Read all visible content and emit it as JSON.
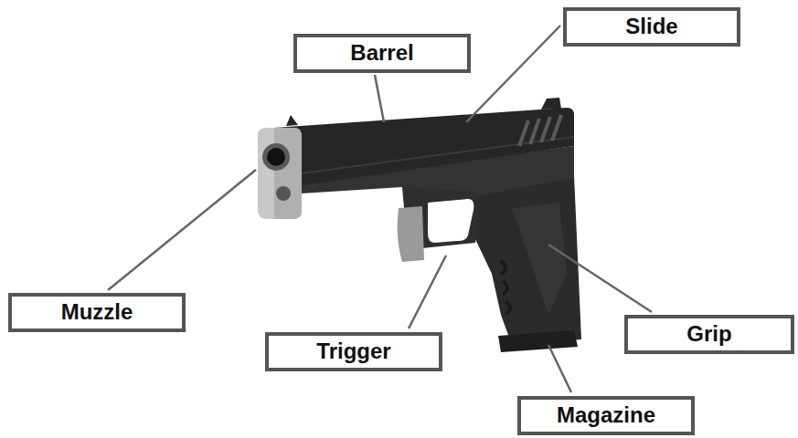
{
  "diagram": {
    "nodes": [
      {
        "text": [
          "Barrel"
        ]
      },
      {
        "text": [
          "Slide"
        ]
      },
      {
        "text": [
          "Muzzle"
        ]
      },
      {
        "text": [
          "Trigger"
        ]
      },
      {
        "text": [
          "Grip"
        ]
      },
      {
        "text": [
          "Magazine"
        ]
      }
    ],
    "edges": []
  }
}
